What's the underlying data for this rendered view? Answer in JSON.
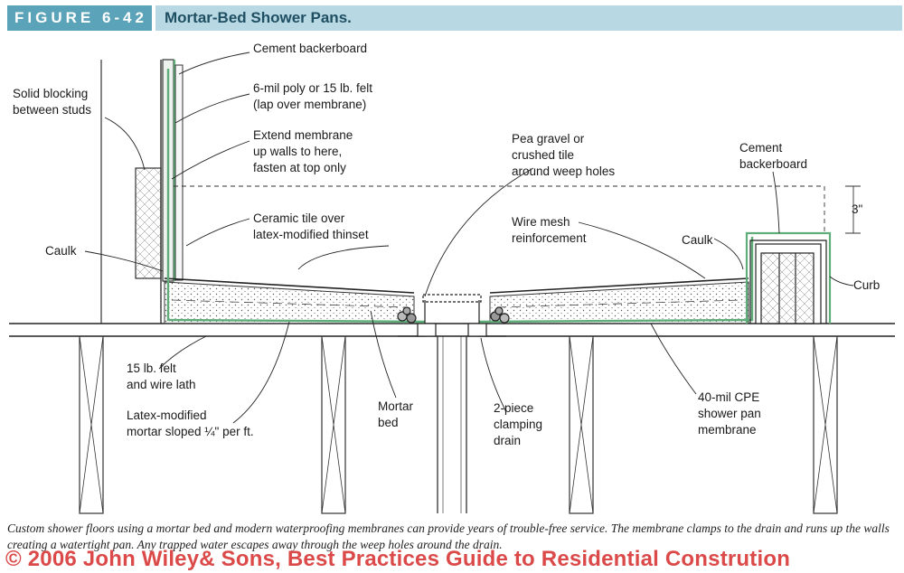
{
  "figure": {
    "number": "FIGURE 6-42",
    "title": "Mortar-Bed Shower Pans."
  },
  "labels": {
    "cement_backerboard_top": "Cement backerboard",
    "poly": [
      "6-mil poly or 15 lb. felt",
      "(lap over membrane)"
    ],
    "solid_blocking": [
      "Solid blocking",
      "between studs"
    ],
    "extend_membrane": [
      "Extend membrane",
      "up walls to here,",
      "fasten at top only"
    ],
    "pea_gravel": [
      "Pea gravel or",
      "crushed tile",
      "around weep holes"
    ],
    "cement_backerboard_right": [
      "Cement",
      "backerboard"
    ],
    "three_inch": "3\"",
    "ceramic_tile": [
      "Ceramic tile over",
      "latex-modified thinset"
    ],
    "wire_mesh": [
      "Wire mesh",
      "reinforcement"
    ],
    "caulk_left": "Caulk",
    "caulk_right": "Caulk",
    "curb": "Curb",
    "felt_lath": [
      "15 lb. felt",
      "and wire lath"
    ],
    "latex_mortar": [
      "Latex-modified",
      "mortar sloped ¼\" per ft."
    ],
    "mortar_bed": [
      "Mortar",
      "bed"
    ],
    "clamping_drain": [
      "2-piece",
      "clamping",
      "drain"
    ],
    "cpe_membrane": [
      "40-mil CPE",
      "shower pan",
      "membrane"
    ]
  },
  "caption": "Custom shower floors using a mortar bed and modern waterproofing membranes can provide years of trouble-free service. The membrane clamps to the drain and runs up the walls creating a watertight pan. Any trapped water escapes away through the weep holes around the drain.",
  "copyright": "© 2006 John Wiley& Sons, Best Practices Guide to Residential Constrution",
  "colors": {
    "header_dark": "#5aa3b8",
    "header_light": "#b8d9e3",
    "membrane_green": "#5fae7a",
    "copyright_red": "#d83a3a"
  }
}
